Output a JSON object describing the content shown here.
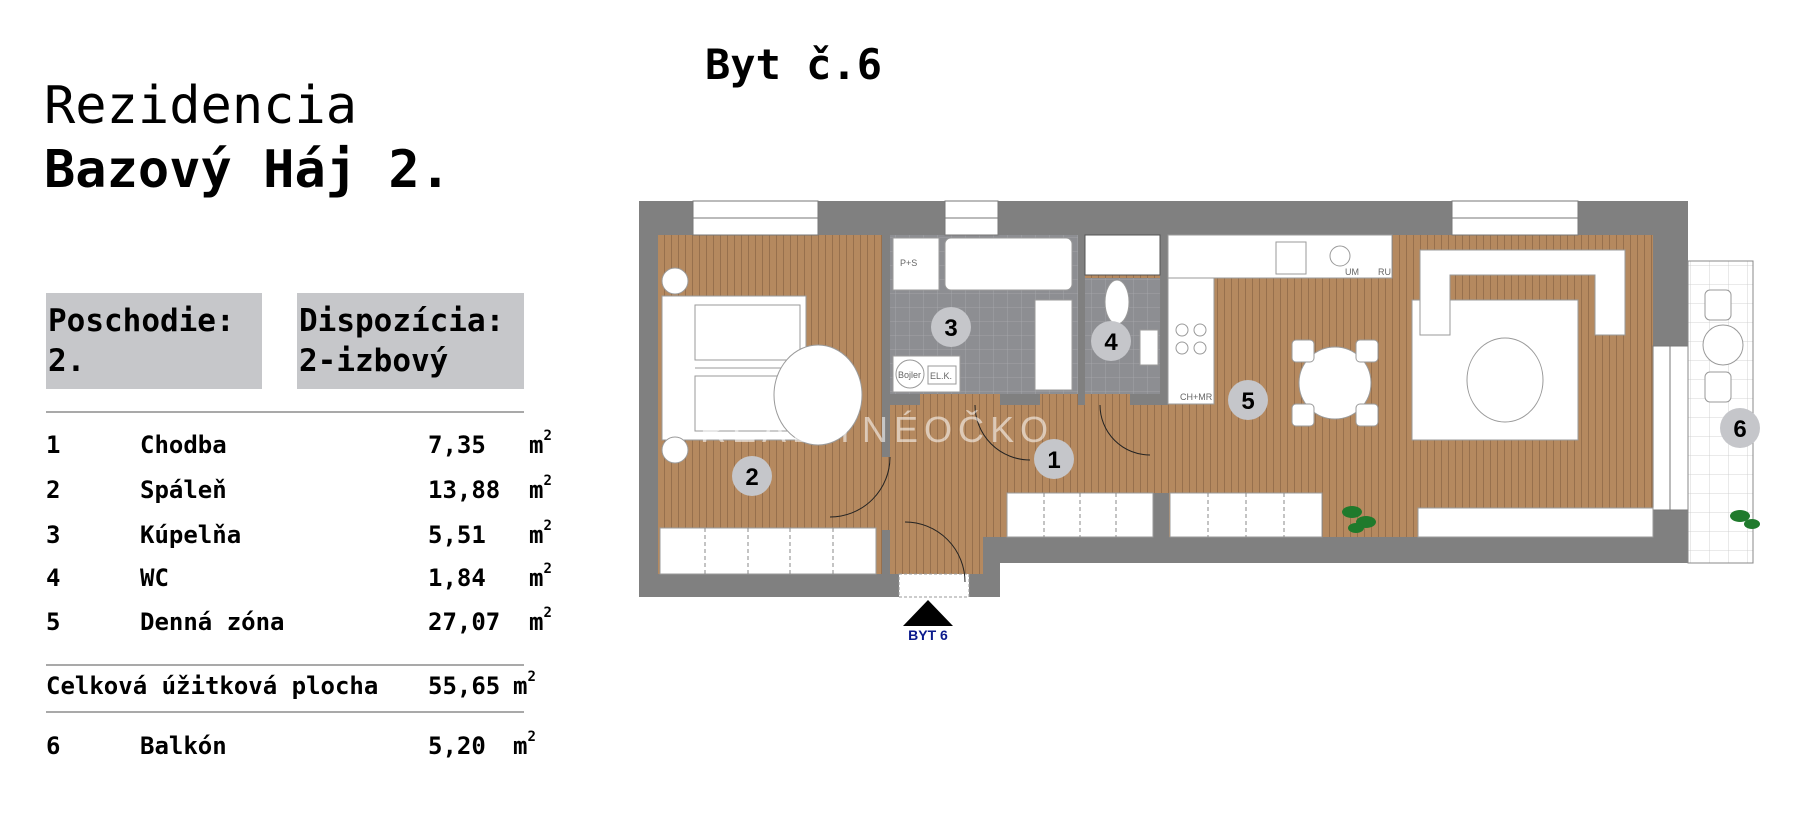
{
  "header": {
    "title_line1": "Rezidencia",
    "title_line2": "Bazový Háj 2.",
    "apartment": "Byt č.6"
  },
  "info": {
    "floor_label": "Poschodie:",
    "floor_value": "2.",
    "layout_label": "Dispozícia:",
    "layout_value": "2-izbový"
  },
  "rooms": [
    {
      "num": "1",
      "name": "Chodba",
      "area": "7,35",
      "unit": "m",
      "sup": "2"
    },
    {
      "num": "2",
      "name": "Spáleň",
      "area": "13,88",
      "unit": "m",
      "sup": "2"
    },
    {
      "num": "3",
      "name": "Kúpelňa",
      "area": "5,51",
      "unit": "m",
      "sup": "2"
    },
    {
      "num": "4",
      "name": "WC",
      "area": "1,84",
      "unit": "m",
      "sup": "2"
    },
    {
      "num": "5",
      "name": "Denná zóna",
      "area": "27,07",
      "unit": "m",
      "sup": "2"
    }
  ],
  "total": {
    "label": "Celková úžitková plocha",
    "area": "55,65",
    "unit": "m",
    "sup": "2"
  },
  "balcony": {
    "num": "6",
    "name": "Balkón",
    "area": "5,20",
    "unit": "m",
    "sup": "2"
  },
  "plan": {
    "room_markers": [
      "1",
      "2",
      "3",
      "4",
      "5",
      "6"
    ],
    "fixture_labels": {
      "shower": "P+S",
      "boiler": "Bojler",
      "electric": "EL.K.",
      "dishwasher": "UM",
      "fridge": "RU",
      "fridge_freezer": "CH+MR"
    },
    "entrance_label": "BYT 6",
    "watermark": "REALITNÉOČKO",
    "colors": {
      "wall": "#808080",
      "floor": "#b5895f",
      "tiles": "#8d8e92",
      "marker": "#c5c6ca",
      "entrance": "#0b1a8c"
    }
  }
}
